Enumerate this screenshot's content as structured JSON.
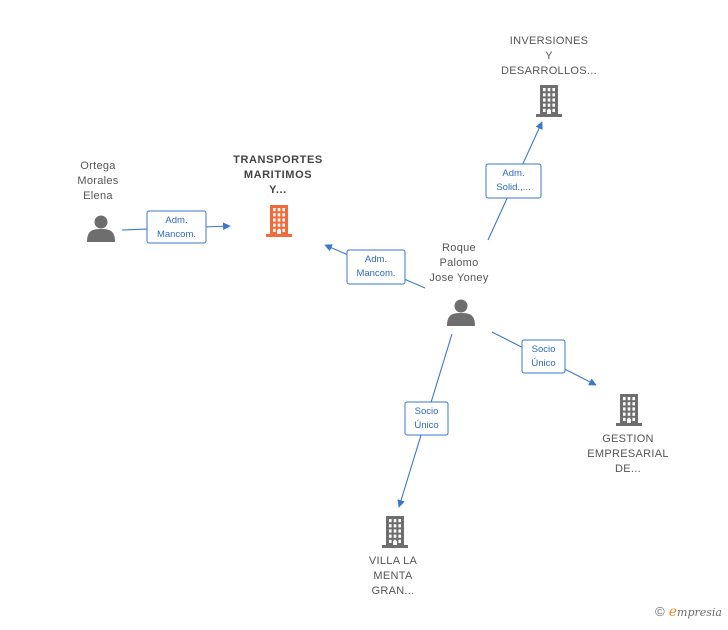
{
  "colors": {
    "edge": "#3a78c9",
    "person": "#6e6e6e",
    "company": "#6e6e6e",
    "company_main": "#f26b3a"
  },
  "nodes": [
    {
      "id": "ortega",
      "type": "person-icon",
      "lines": [
        "Ortega",
        "Morales",
        "Elena"
      ],
      "main": false
    },
    {
      "id": "transportes",
      "type": "building-icon",
      "lines": [
        "TRANSPORTES",
        "MARITIMOS",
        "Y..."
      ],
      "main": true
    },
    {
      "id": "inversiones",
      "type": "building-icon",
      "lines": [
        "INVERSIONES",
        "Y",
        "DESARROLLOS..."
      ],
      "main": false
    },
    {
      "id": "roque",
      "type": "person-icon",
      "lines": [
        "Roque",
        "Palomo",
        "Jose Yoney"
      ],
      "main": false
    },
    {
      "id": "gestion",
      "type": "building-icon",
      "lines": [
        "GESTION",
        "EMPRESARIAL",
        "DE..."
      ],
      "main": false
    },
    {
      "id": "villa",
      "type": "building-icon",
      "lines": [
        "VILLA LA",
        "MENTA",
        "GRAN..."
      ],
      "main": false
    }
  ],
  "edges": [
    {
      "id": "ortega-transportes",
      "from": "ortega",
      "to": "transportes",
      "lines": [
        "Adm.",
        "Mancom."
      ]
    },
    {
      "id": "roque-transportes",
      "from": "roque",
      "to": "transportes",
      "lines": [
        "Adm.",
        "Mancom."
      ]
    },
    {
      "id": "roque-inversiones",
      "from": "roque",
      "to": "inversiones",
      "lines": [
        "Adm.",
        "Solid.,..."
      ]
    },
    {
      "id": "roque-gestion",
      "from": "roque",
      "to": "gestion",
      "lines": [
        "Socio",
        "Único"
      ]
    },
    {
      "id": "roque-villa",
      "from": "roque",
      "to": "villa",
      "lines": [
        "Socio",
        "Único"
      ]
    }
  ],
  "brand": {
    "copyright": "©",
    "first_letter": "e",
    "rest": "mpresia"
  }
}
